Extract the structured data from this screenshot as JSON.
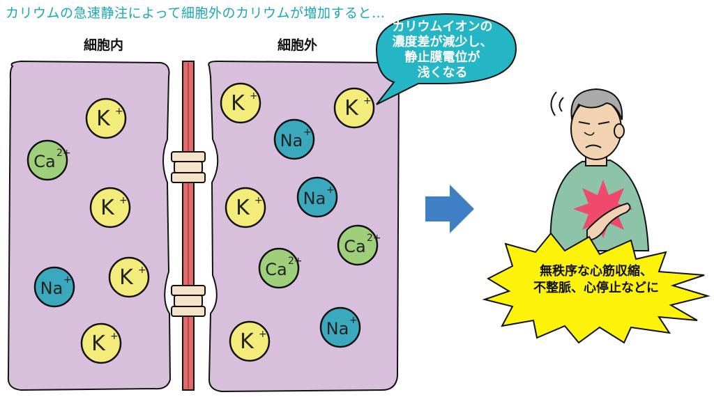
{
  "title": "カリウムの急速静注によって細胞外のカリウムが増加すると…",
  "labels": {
    "intracellular": "細胞内",
    "extracellular": "細胞外"
  },
  "speech_bubble": {
    "lines": [
      "カリウムイオンの",
      "濃度差が減少し、",
      "静止膜電位が",
      "浅くなる"
    ]
  },
  "burst": {
    "lines": [
      "無秩序な心筋収縮、",
      "不整脈、心停止などに"
    ]
  },
  "ions": {
    "K": {
      "symbol": "K",
      "charge": "+",
      "color": "#f3ec7a"
    },
    "Na": {
      "symbol": "Na",
      "charge": "+",
      "color": "#3ba9bd"
    },
    "Ca": {
      "symbol": "Ca",
      "charge": "2+",
      "color": "#9fcf7a"
    }
  },
  "colors": {
    "title": "#1aa7b5",
    "cell_bg": "#d8bfdc",
    "membrane": "#e06b6b",
    "arrow": "#3f7fc4",
    "bubble": "#25b6c6",
    "burst": "#fdf20a"
  }
}
